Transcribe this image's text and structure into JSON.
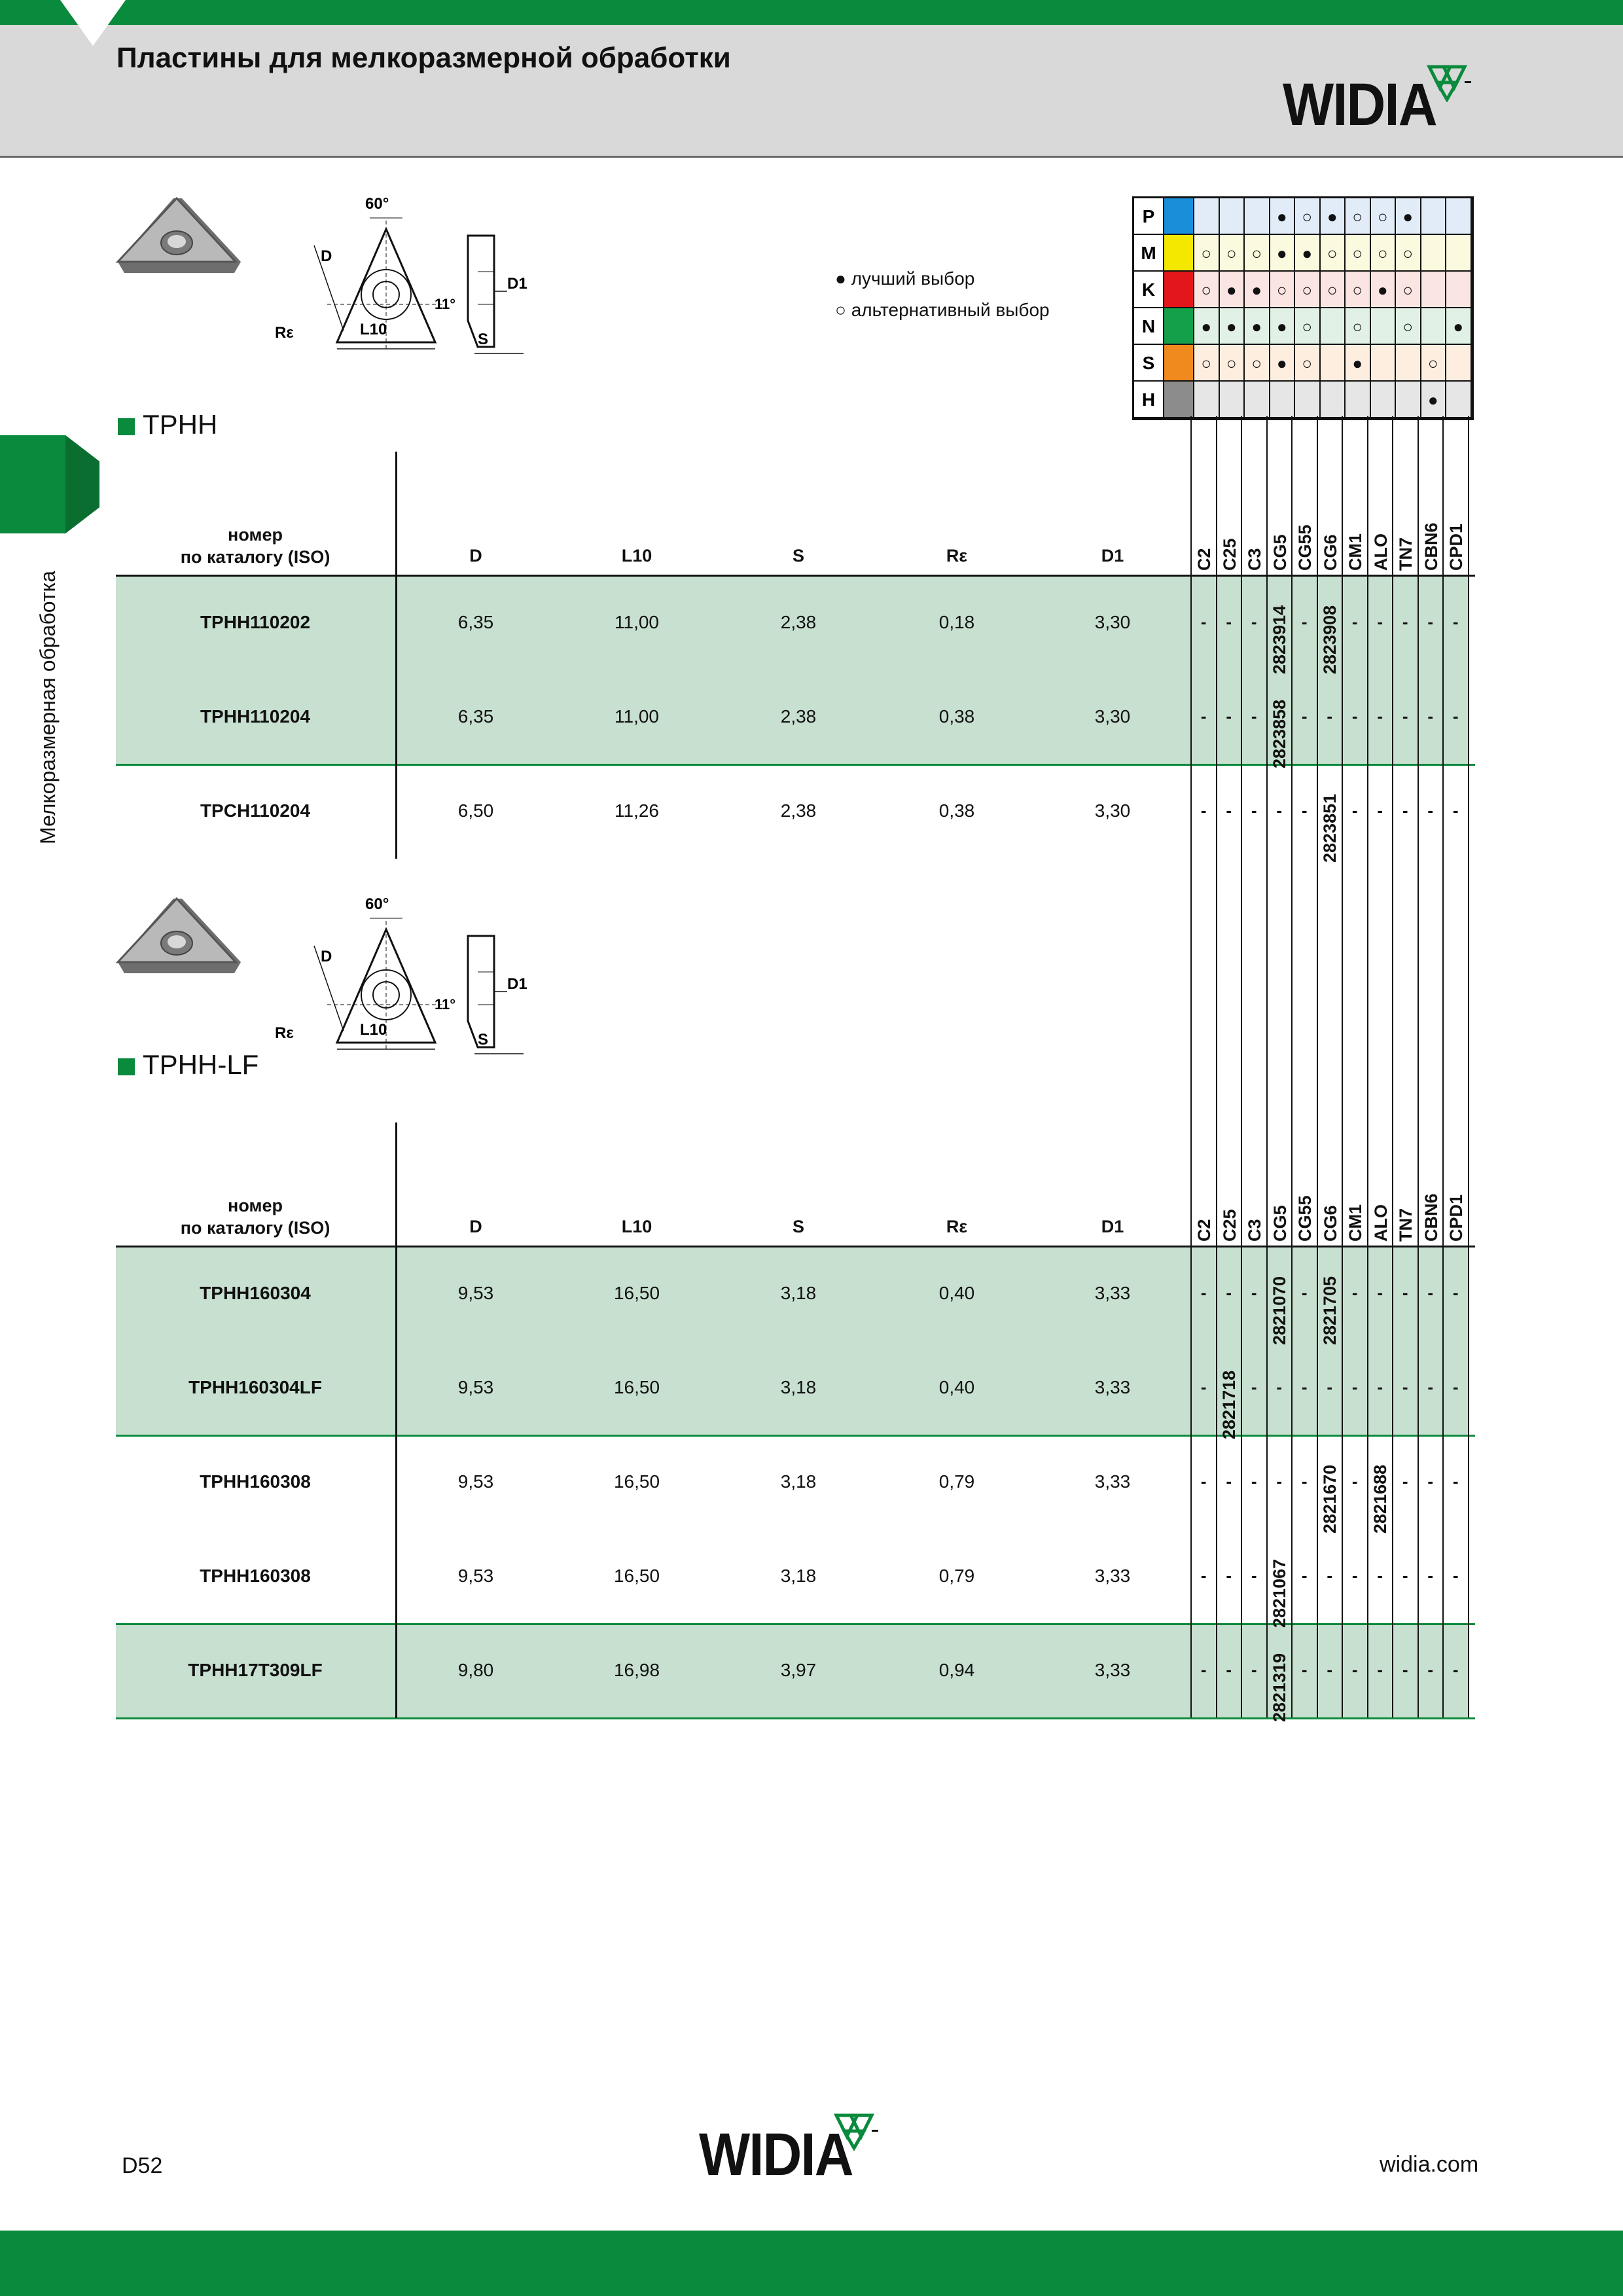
{
  "header": {
    "title": "Пластины для мелкоразмерной обработки",
    "logo": "WIDIA"
  },
  "sidebar": {
    "label": "Мелкоразмерная обработка"
  },
  "legend": {
    "best": "лучший выбор",
    "alternative": "альтернативный выбор"
  },
  "drawing_labels": {
    "angle": "60°",
    "d": "D",
    "d1": "D1",
    "l10": "L10",
    "s": "S",
    "re": "Rε",
    "clearance": "11°"
  },
  "materials": {
    "colors": {
      "P": "#1a8ed8",
      "M": "#f5e800",
      "K": "#e3171b",
      "N": "#14a04a",
      "S": "#f08a1e",
      "H": "#8c8c8c"
    },
    "tints": {
      "P": "#e1ecf8",
      "M": "#fbf9de",
      "K": "#fbe5e2",
      "N": "#e2f1e5",
      "S": "#fdeee0",
      "H": "#e6e6e6"
    },
    "rows": [
      {
        "label": "P",
        "marks": [
          "",
          "",
          "",
          "●",
          "○",
          "●",
          "○",
          "○",
          "●",
          "",
          ""
        ]
      },
      {
        "label": "M",
        "marks": [
          "○",
          "○",
          "○",
          "●",
          "●",
          "○",
          "○",
          "○",
          "○",
          "",
          ""
        ]
      },
      {
        "label": "K",
        "marks": [
          "○",
          "●",
          "●",
          "○",
          "○",
          "○",
          "○",
          "●",
          "○",
          "",
          ""
        ]
      },
      {
        "label": "N",
        "marks": [
          "●",
          "●",
          "●",
          "●",
          "○",
          "",
          "○",
          "",
          "○",
          "",
          "●"
        ]
      },
      {
        "label": "S",
        "marks": [
          "○",
          "○",
          "○",
          "●",
          "○",
          "",
          "●",
          "",
          "",
          "○",
          ""
        ]
      },
      {
        "label": "H",
        "marks": [
          "",
          "",
          "",
          "",
          "",
          "",
          "",
          "",
          "",
          "●",
          ""
        ]
      }
    ]
  },
  "grades": [
    "C2",
    "C25",
    "C3",
    "CG5",
    "CG55",
    "CG6",
    "CM1",
    "ALO",
    "TN7",
    "CBN6",
    "CPD1"
  ],
  "table_headers": {
    "catalog": [
      "номер",
      "по каталогу (ISO)"
    ],
    "D": "D",
    "L10": "L10",
    "S": "S",
    "Re": "Rε",
    "D1": "D1"
  },
  "sections": [
    {
      "title": "TPHH",
      "rows": [
        {
          "name": "TPHH110202",
          "D": "6,35",
          "L10": "11,00",
          "S": "2,38",
          "Re": "0,18",
          "D1": "3,30",
          "grades": [
            "-",
            "-",
            "-",
            "2823914",
            "-",
            "2823908",
            "-",
            "-",
            "-",
            "-",
            "-"
          ]
        },
        {
          "name": "TPHH110204",
          "D": "6,35",
          "L10": "11,00",
          "S": "2,38",
          "Re": "0,38",
          "D1": "3,30",
          "grades": [
            "-",
            "-",
            "-",
            "2823858",
            "-",
            "-",
            "-",
            "-",
            "-",
            "-",
            "-"
          ]
        },
        {
          "name": "TPCH110204",
          "D": "6,50",
          "L10": "11,26",
          "S": "2,38",
          "Re": "0,38",
          "D1": "3,30",
          "grades": [
            "-",
            "-",
            "-",
            "-",
            "-",
            "2823851",
            "-",
            "-",
            "-",
            "-",
            "-"
          ]
        }
      ]
    },
    {
      "title": "TPHH-LF",
      "rows": [
        {
          "name": "TPHH160304",
          "D": "9,53",
          "L10": "16,50",
          "S": "3,18",
          "Re": "0,40",
          "D1": "3,33",
          "grades": [
            "-",
            "-",
            "-",
            "2821070",
            "-",
            "2821705",
            "-",
            "-",
            "-",
            "-",
            "-"
          ]
        },
        {
          "name": "TPHH160304LF",
          "D": "9,53",
          "L10": "16,50",
          "S": "3,18",
          "Re": "0,40",
          "D1": "3,33",
          "grades": [
            "-",
            "2821718",
            "-",
            "-",
            "-",
            "-",
            "-",
            "-",
            "-",
            "-",
            "-"
          ]
        },
        {
          "name": "TPHH160308",
          "D": "9,53",
          "L10": "16,50",
          "S": "3,18",
          "Re": "0,79",
          "D1": "3,33",
          "grades": [
            "-",
            "-",
            "-",
            "-",
            "-",
            "2821670",
            "-",
            "2821688",
            "-",
            "-",
            "-"
          ]
        },
        {
          "name": "TPHH160308",
          "D": "9,53",
          "L10": "16,50",
          "S": "3,18",
          "Re": "0,79",
          "D1": "3,33",
          "grades": [
            "-",
            "-",
            "-",
            "2821067",
            "-",
            "-",
            "-",
            "-",
            "-",
            "-",
            "-"
          ]
        },
        {
          "name": "TPHH17T309LF",
          "D": "9,80",
          "L10": "16,98",
          "S": "3,97",
          "Re": "0,94",
          "D1": "3,33",
          "grades": [
            "-",
            "-",
            "-",
            "2821319",
            "-",
            "-",
            "-",
            "-",
            "-",
            "-",
            "-"
          ]
        }
      ]
    }
  ],
  "footer": {
    "page": "D52",
    "site": "widia.com",
    "logo": "WIDIA"
  }
}
